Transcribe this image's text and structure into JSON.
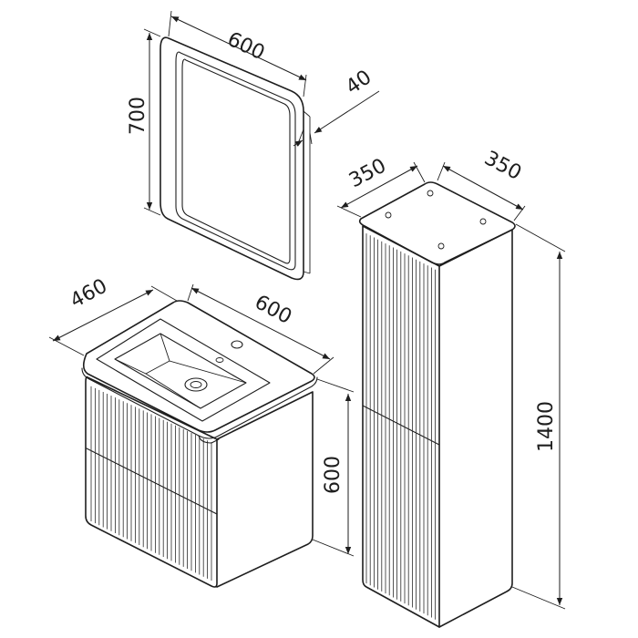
{
  "dimensions": {
    "mirror_width": "600",
    "mirror_height": "700",
    "mirror_depth": "40",
    "tall_cabinet_width": "350",
    "tall_cabinet_depth": "350",
    "tall_cabinet_height": "1400",
    "vanity_depth": "460",
    "vanity_width": "600",
    "vanity_height": "600"
  }
}
